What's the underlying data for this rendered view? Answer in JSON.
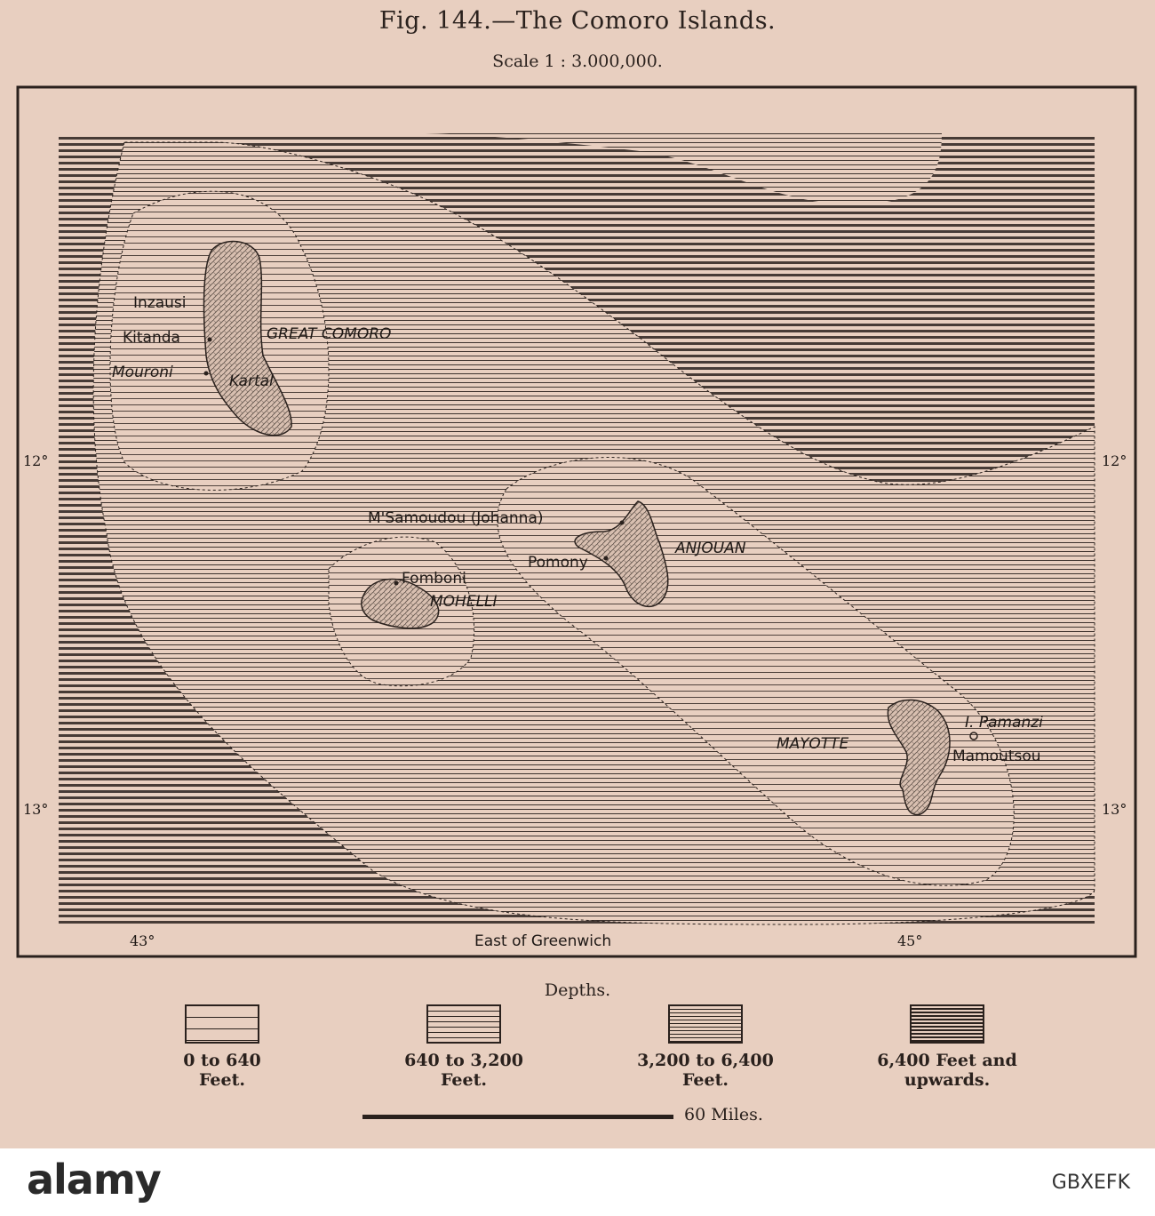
{
  "figure": {
    "title": "Fig. 144.—The Comoro Islands.",
    "scale": "Scale 1 : 3.000,000."
  },
  "map": {
    "islands": [
      {
        "name": "Great Comoro",
        "label": "GREAT COMORO"
      },
      {
        "name": "Anjouan",
        "label": "ANJOUAN"
      },
      {
        "name": "Mohelli",
        "label": "MOHELLI"
      },
      {
        "name": "Mayotte",
        "label": "MAYOTTE"
      }
    ],
    "places": [
      {
        "name": "Inzausi"
      },
      {
        "name": "Kitanda"
      },
      {
        "name": "Mouroni"
      },
      {
        "name": "Kartal"
      },
      {
        "name": "M'Samoudou (Johanna)"
      },
      {
        "name": "Pomony"
      },
      {
        "name": "Fomboni"
      },
      {
        "name": "I. Pamanzi"
      },
      {
        "name": "Mamoutsou"
      }
    ],
    "latitudes": [
      "12°",
      "12°",
      "13°",
      "13°"
    ],
    "longitudes": [
      "43°",
      "45°"
    ],
    "longitude_caption": "East of Greenwich"
  },
  "legend": {
    "title": "Depths.",
    "items": [
      {
        "line1": "0 to 640",
        "line2": "Feet."
      },
      {
        "line1": "640 to 3,200",
        "line2": "Feet."
      },
      {
        "line1": "3,200 to 6,400",
        "line2": "Feet."
      },
      {
        "line1": "6,400 Feet and",
        "line2": "upwards."
      }
    ]
  },
  "scalebar": {
    "label": "60 Miles."
  },
  "watermark": {
    "logo": "alamy",
    "image_id": "GBXEFK"
  },
  "colors": {
    "paper": "#e8cfc0",
    "ink": "#2a211d"
  }
}
